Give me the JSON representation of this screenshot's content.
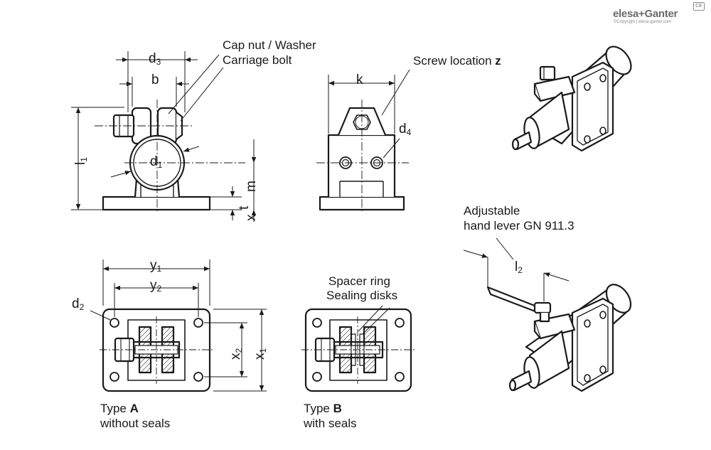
{
  "brand": {
    "logo_text": "elesa+Ganter",
    "copyright": "©Copyright | elesa-ganter.com",
    "badge": "CE"
  },
  "callouts": {
    "cap_nut": "Cap nut / Washer",
    "carriage_bolt": "Carriage bolt",
    "screw_location": "Screw location ",
    "screw_location_var": "z",
    "adjustable": "Adjustable",
    "hand_lever": "hand lever GN 911.3",
    "spacer_ring": "Spacer ring",
    "sealing_disks": "Sealing disks"
  },
  "dimensions": {
    "d3": {
      "base": "d",
      "sub": "3"
    },
    "b": "b",
    "l1": {
      "base": "l",
      "sub": "1"
    },
    "d1": {
      "base": "d",
      "sub": "1"
    },
    "m": "m",
    "t": "t",
    "x": "x",
    "k": "k",
    "d4": {
      "base": "d",
      "sub": "4"
    },
    "y1": {
      "base": "y",
      "sub": "1"
    },
    "y2": {
      "base": "y",
      "sub": "2"
    },
    "d2": {
      "base": "d",
      "sub": "2"
    },
    "x2": {
      "base": "x",
      "sub": "2"
    },
    "x1": {
      "base": "x",
      "sub": "1"
    },
    "l2": {
      "base": "l",
      "sub": "2"
    }
  },
  "types": {
    "a_prefix": "Type ",
    "a_letter": "A",
    "a_desc": "without seals",
    "b_prefix": "Type ",
    "b_letter": "B",
    "b_desc": "with seals"
  }
}
